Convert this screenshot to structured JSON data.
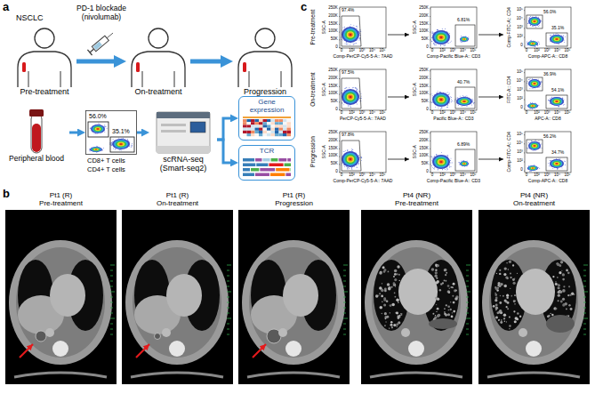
{
  "diagram": {
    "nodes": [
      {
        "text": [
          "Pre-treatment"
        ]
      },
      {
        "text": [
          "On-treatment"
        ]
      },
      {
        "text": [
          "Progression"
        ]
      },
      {
        "text": [
          "Peripheral blood"
        ]
      },
      {
        "text": [
          "56.0%",
          "35.1%"
        ]
      },
      {
        "text": [
          "scRNA-seq (Smart-seq2)"
        ]
      },
      {
        "text": [
          "Gene expression"
        ]
      },
      {
        "text": [
          "TCR"
        ]
      },
      {
        "text": [
          "97.4%"
        ]
      },
      {
        "text": [
          "6.81%"
        ]
      },
      {
        "text": [
          "56.0%",
          "35.1%"
        ]
      },
      {
        "text": [
          "97.5%"
        ]
      },
      {
        "text": [
          "40.7%"
        ]
      },
      {
        "text": [
          "36.9%",
          "54.1%"
        ]
      },
      {
        "text": [
          "97.8%"
        ]
      },
      {
        "text": [
          "6.89%"
        ]
      },
      {
        "text": [
          "56.2%",
          "34.7%"
        ]
      },
      {
        "text": [
          "Pt1 (R)",
          "Pre-treatment"
        ]
      },
      {
        "text": [
          "Pt1 (R)",
          "On-treatment"
        ]
      },
      {
        "text": [
          "Pt1 (R)",
          "Progression"
        ]
      },
      {
        "text": [
          "Pt4 (NR)",
          "Pre-treatment"
        ]
      },
      {
        "text": [
          "Pt4 (NR)",
          "On-treatment"
        ]
      }
    ],
    "edges": [
      {
        "from": 0,
        "to": 1,
        "arrow": "to",
        "label": "PD-1 blockade (nivolumab)"
      },
      {
        "from": 1,
        "to": 2,
        "arrow": "to"
      },
      {
        "from": 3,
        "to": 4,
        "arrow": "to"
      },
      {
        "from": 4,
        "to": 5,
        "arrow": "to"
      },
      {
        "from": 5,
        "to": 6,
        "arrow": "to"
      },
      {
        "from": 5,
        "to": 7,
        "arrow": "to"
      },
      {
        "from": 8,
        "to": 9,
        "arrow": "to"
      },
      {
        "from": 9,
        "to": 10,
        "arrow": "to"
      },
      {
        "from": 11,
        "to": 12,
        "arrow": "to"
      },
      {
        "from": 12,
        "to": 13,
        "arrow": "to"
      },
      {
        "from": 14,
        "to": 15,
        "arrow": "to"
      },
      {
        "from": 15,
        "to": 16,
        "arrow": "to"
      }
    ],
    "labels": [
      "a",
      "NSCLC",
      "CD8+ T cells",
      "CD4+ T cells",
      "b",
      "c",
      "Pre-treatment",
      "On-treatment",
      "Progression",
      "SSC-A",
      "Comp-PerCP-Cy5-5-A:: 7AAD",
      "0",
      "50K",
      "100K",
      "150K",
      "200K",
      "250K",
      "0",
      "10²",
      "10³",
      "10⁴",
      "10⁵",
      "SSC-A",
      "Comp-Pacific Blue-A:: CD3",
      "0",
      "50K",
      "100K",
      "150K",
      "200K",
      "250K",
      "0",
      "10²",
      "10³",
      "10⁴",
      "10⁵",
      "Comp-FITC-A:: CD4",
      "Comp-APC-A:: CD8",
      "0",
      "10²",
      "10³",
      "10⁴",
      "10⁵",
      "0",
      "10²",
      "10³",
      "10⁴",
      "10⁵",
      "SSC-A",
      "PerCP-Cy5-5-A:: 7AAD",
      "0",
      "50K",
      "100K",
      "150K",
      "200K",
      "250K",
      "0",
      "10²",
      "10³",
      "10⁴",
      "10⁵",
      "SSC-A",
      "Pacific Blue-A:: CD3",
      "0",
      "50K",
      "100K",
      "150K",
      "200K",
      "250K",
      "0",
      "10²",
      "10³",
      "10⁴",
      "10⁵",
      "FITC-A:: CD4",
      "APC-A:: CD8",
      "0",
      "10²",
      "10³",
      "10⁴",
      "10⁵",
      "0",
      "10²",
      "10³",
      "10⁴",
      "10⁵",
      "SSC-A",
      "Comp-PerCP-Cy5-5-A:: 7AAD",
      "0",
      "50K",
      "100K",
      "150K",
      "200K",
      "250K",
      "0",
      "10²",
      "10³",
      "10⁴",
      "10⁵",
      "SSC-A",
      "Comp-Pacific Blue-A:: CD3",
      "0",
      "50K",
      "100K",
      "150K",
      "200K",
      "250K",
      "0",
      "10²",
      "10³",
      "10⁴",
      "10⁵",
      "Comp-FITC-A:: CD4",
      "Comp-APC-A:: CD8",
      "0",
      "10²",
      "10³",
      "10⁴",
      "10⁵",
      "0",
      "10²",
      "10³",
      "10⁴",
      "10⁵"
    ]
  }
}
